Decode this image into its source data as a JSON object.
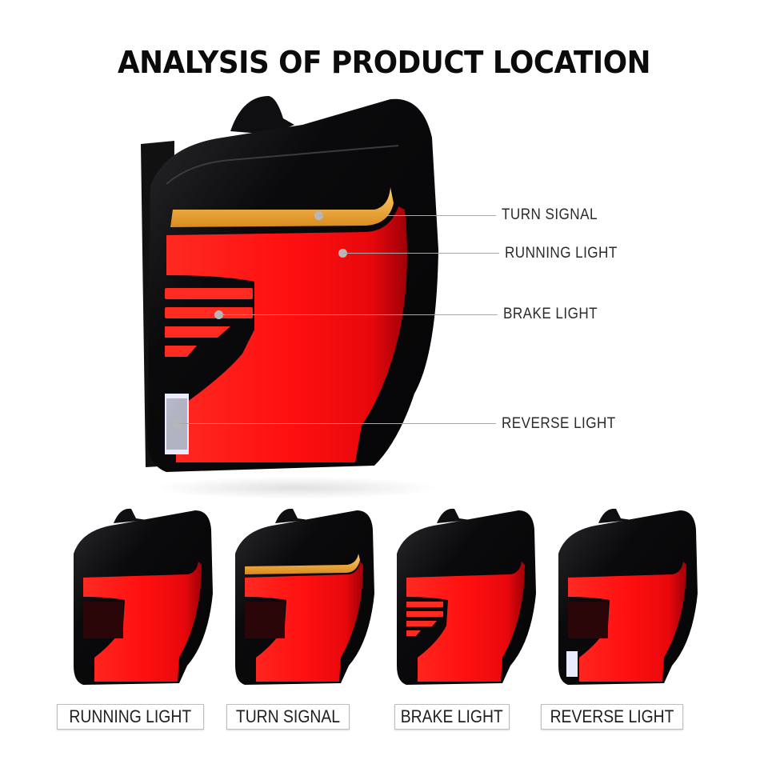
{
  "title": "ANALYSIS OF PRODUCT LOCATION",
  "colors": {
    "housing": "#0a0a0c",
    "red_lit": "#ff1414",
    "red_dim": "#3a0a0c",
    "amber": "#f0a030",
    "reverse_white": "#f4f6ff",
    "callout_line": "#a9a9a9",
    "label_text": "#2b2b2b"
  },
  "hero": {
    "callouts": [
      {
        "label": "TURN SIGNAL",
        "target": "amber-strip"
      },
      {
        "label": "RUNNING LIGHT",
        "target": "main-red-panel"
      },
      {
        "label": "BRAKE LIGHT",
        "target": "brake-bars"
      },
      {
        "label": "REVERSE LIGHT",
        "target": "reverse-led"
      }
    ]
  },
  "thumbnails": [
    {
      "label": "RUNNING LIGHT",
      "state": "running"
    },
    {
      "label": "TURN SIGNAL",
      "state": "turn"
    },
    {
      "label": "BRAKE LIGHT",
      "state": "brake"
    },
    {
      "label": "REVERSE LIGHT",
      "state": "reverse"
    }
  ]
}
